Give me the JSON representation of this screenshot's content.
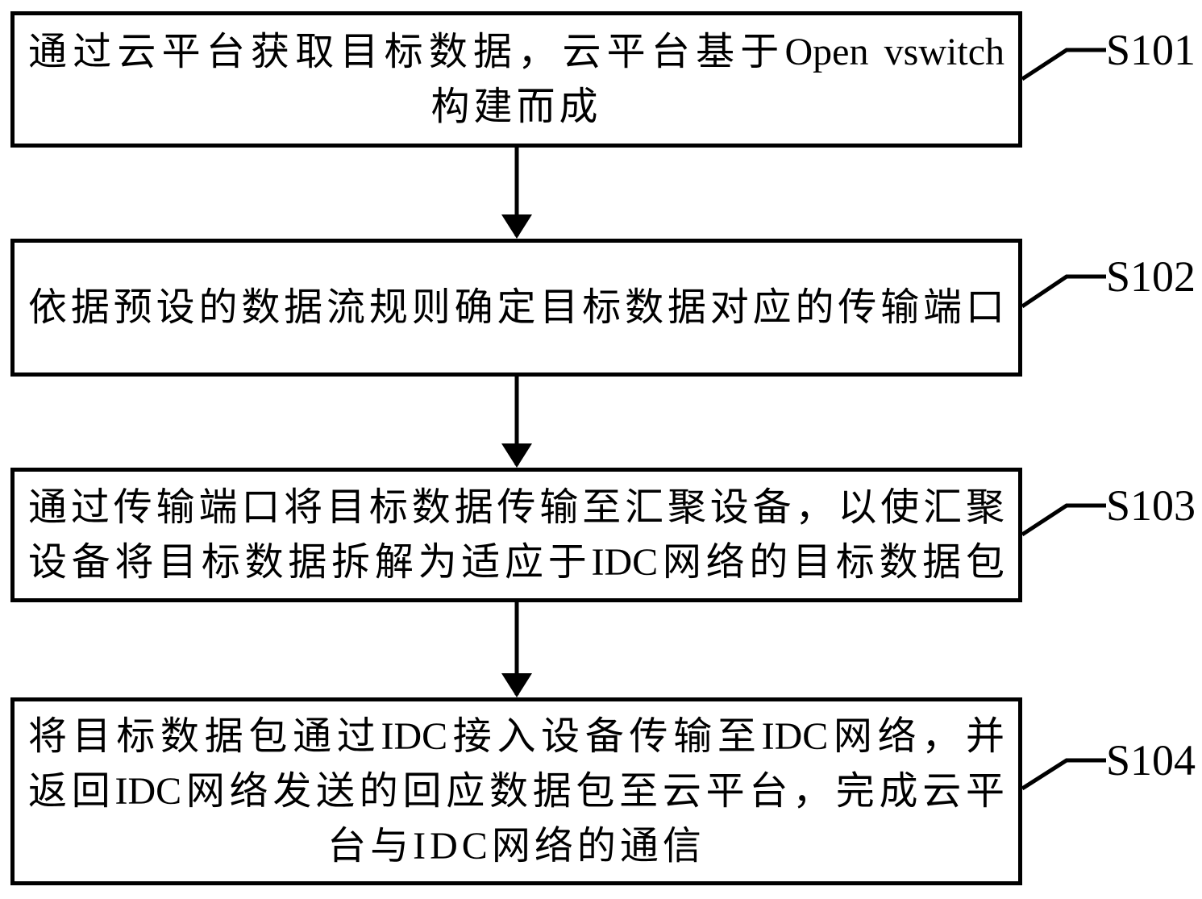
{
  "figure": {
    "type": "flowchart",
    "colors": {
      "ink": "#000000",
      "background": "#ffffff"
    },
    "boxes": [
      {
        "label": "S101",
        "lines": [
          "通过云平台获取目标数据，云平台基于Open vswitch",
          "构建而成"
        ]
      },
      {
        "label": "S102",
        "lines": [
          "依据预设的数据流规则确定目标数据对应的传输端口"
        ]
      },
      {
        "label": "S103",
        "lines": [
          "通过传输端口将目标数据传输至汇聚设备，以使汇聚",
          "设备将目标数据拆解为适应于IDC网络的目标数据包"
        ]
      },
      {
        "label": "S104",
        "lines": [
          "将目标数据包通过IDC接入设备传输至IDC网络，并",
          "返回IDC网络发送的回应数据包至云平台，完成云平",
          "台与IDC网络的通信"
        ]
      }
    ]
  }
}
